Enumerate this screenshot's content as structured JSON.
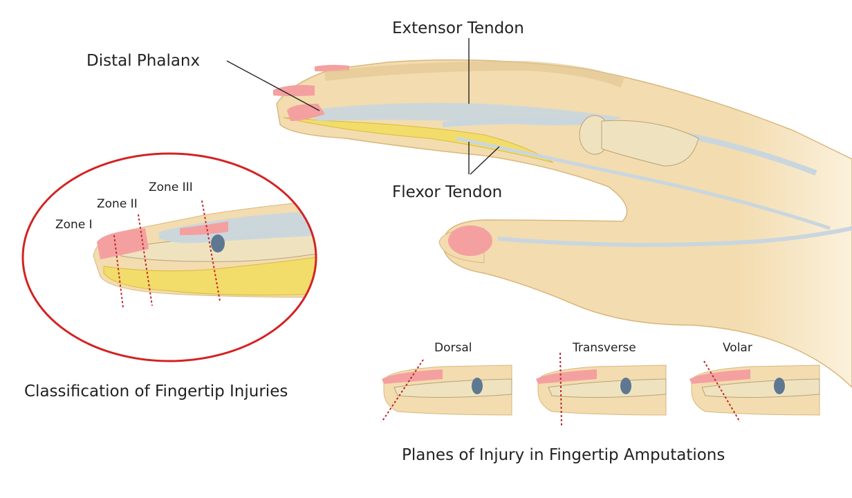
{
  "labels": {
    "extensor_tendon": "Extensor Tendon",
    "distal_phalanx": "Distal Phalanx",
    "flexor_tendon": "Flexor Tendon",
    "zone_1": "Zone I",
    "zone_2": "Zone II",
    "zone_3": "Zone III",
    "classification_caption": "Classification of Fingertip Injuries",
    "plane_dorsal": "Dorsal",
    "plane_transverse": "Transverse",
    "plane_volar": "Volar",
    "planes_caption": "Planes of Injury in Fingertip Amputations"
  },
  "colors": {
    "skin": "#f3dcaf",
    "skin_dark": "#e8c98e",
    "fat": "#f2dc6a",
    "bone": "#efe3bf",
    "tendon": "#c9d6de",
    "nail": "#f4a0a0",
    "circle": "#d42222",
    "cut_line": "#c0282a"
  }
}
